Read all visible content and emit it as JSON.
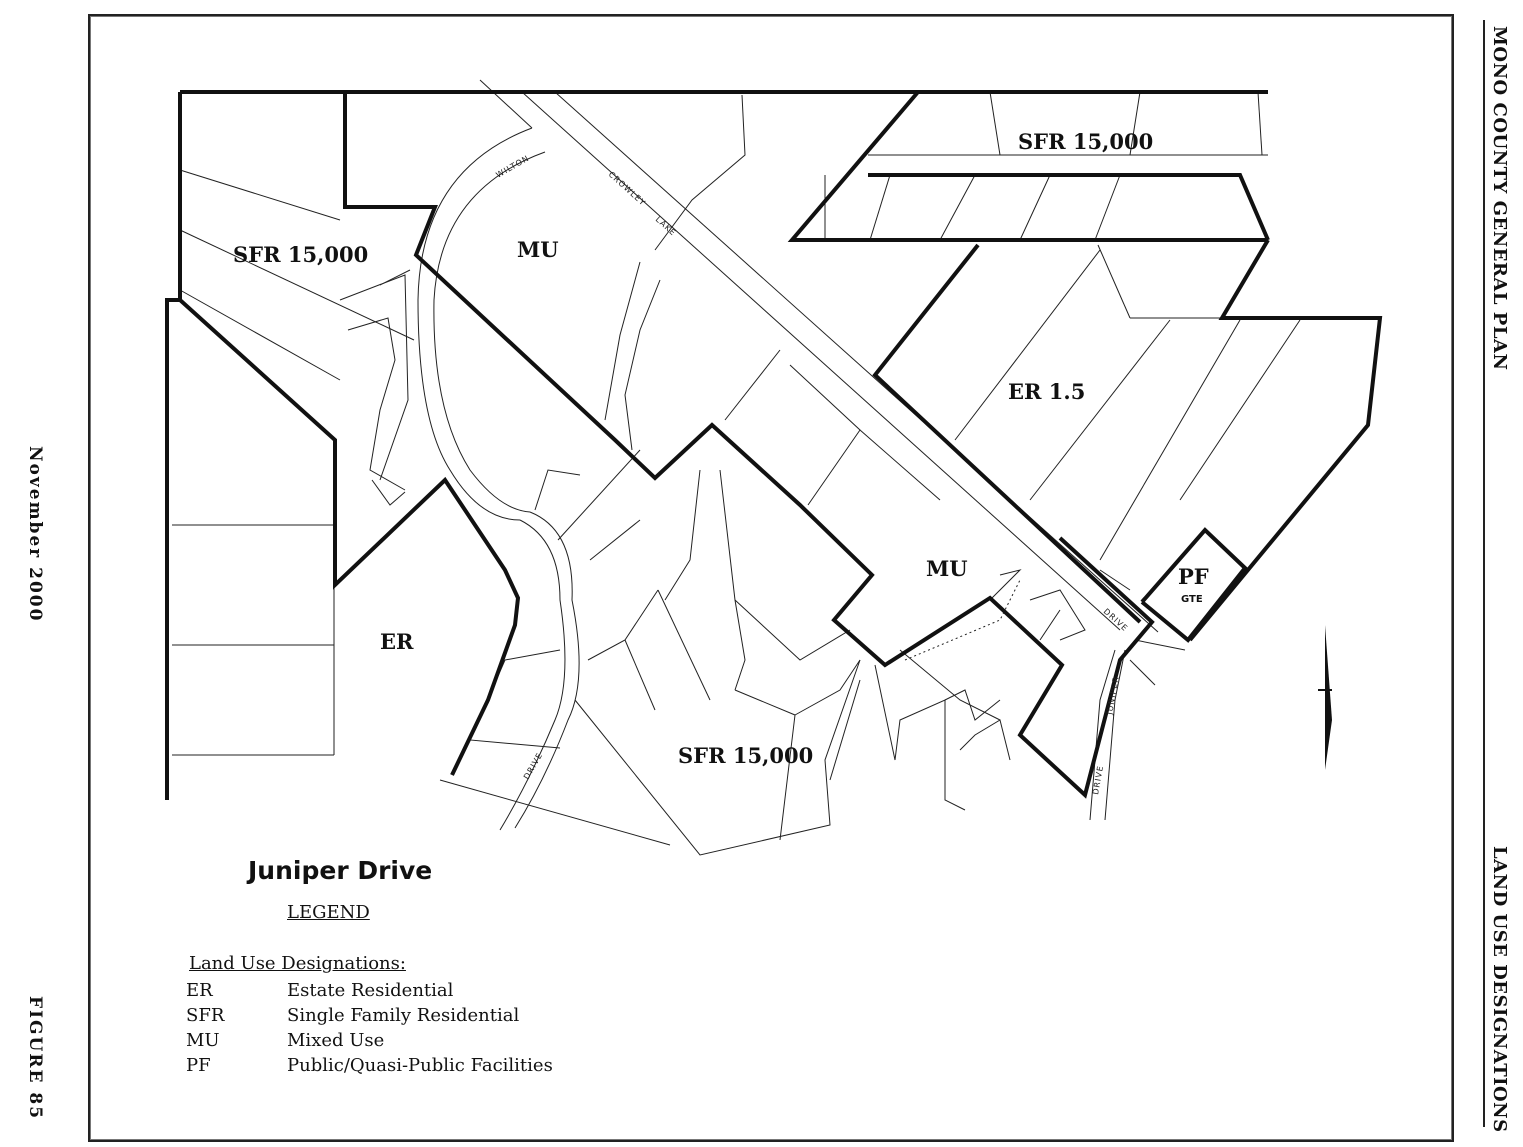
{
  "header": {
    "plan_title": "MONO COUNTY GENERAL PLAN",
    "section_title": "LAND USE DESIGNATIONS",
    "date": "November 2000",
    "figure": "FIGURE 85"
  },
  "map": {
    "title": "Juniper Drive",
    "zone_labels": {
      "sfr_north": "SFR 15,000",
      "sfr_west": "SFR 15,000",
      "sfr_south": "SFR 15,000",
      "mu_north": "MU",
      "mu_south": "MU",
      "er_east": "ER 1.5",
      "er_west": "ER",
      "pf": "PF",
      "pf_sub": "GTE"
    },
    "road_labels": {
      "crowley": "CROWLEY",
      "lake": "LAKE",
      "drive": "DRIVE",
      "wilton": "WILTON",
      "juniper": "JUNIPER",
      "drive_west": "DRIVE",
      "drive_east": "DRIVE"
    }
  },
  "legend": {
    "heading": "LEGEND",
    "subheading": "Land Use Designations:",
    "items": [
      {
        "code": "ER",
        "name": "Estate Residential"
      },
      {
        "code": "SFR",
        "name": "Single Family Residential"
      },
      {
        "code": "MU",
        "name": "Mixed Use"
      },
      {
        "code": "PF",
        "name": "Public/Quasi-Public Facilities"
      }
    ]
  },
  "colors": {
    "ink": "#111111",
    "background": "#ffffff"
  }
}
